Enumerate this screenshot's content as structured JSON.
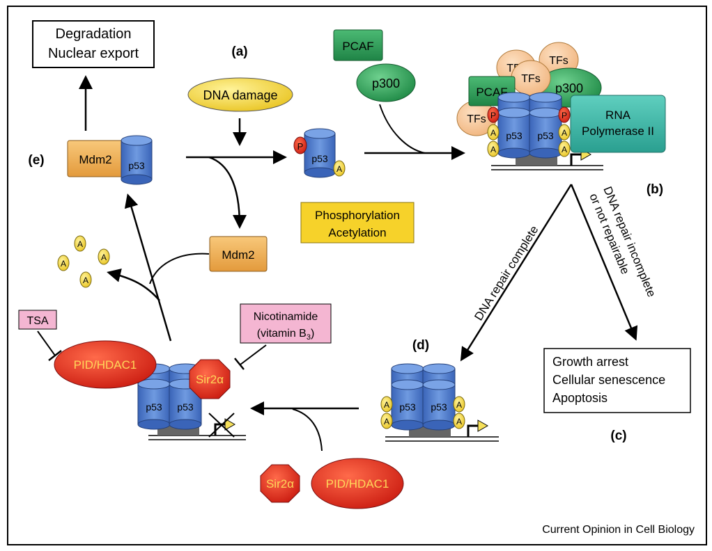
{
  "panels": {
    "a": "(a)",
    "b": "(b)",
    "c": "(c)",
    "d": "(d)",
    "e": "(e)"
  },
  "boxes": {
    "degradation": "Degradation",
    "nuclear_export": "Nuclear export",
    "phosphorylation": "Phosphorylation",
    "acetylation": "Acetylation",
    "growth_arrest": "Growth arrest",
    "senescence": "Cellular senescence",
    "apoptosis": "Apoptosis",
    "tsa": "TSA",
    "nicotinamide": "Nicotinamide",
    "vitamin_pre": "(vitamin B",
    "vitamin_sub": "3",
    "vitamin_post": ")"
  },
  "molecules": {
    "dna_damage": "DNA damage",
    "p53": "p53",
    "mdm2": "Mdm2",
    "pcaf": "PCAF",
    "p300": "p300",
    "tfs": "TFs",
    "rna_pol_1": "RNA",
    "rna_pol_2": "Polymerase II",
    "pid_hdac1": "PID/HDAC1",
    "sir2": "Sir2α",
    "phospho": "P",
    "acetyl": "A"
  },
  "arrow_labels": {
    "repair_complete": "DNA repair complete",
    "repair_incomplete_1": "DNA repair incomplete",
    "repair_incomplete_2": "or not repairable"
  },
  "footer": "Current Opinion in Cell Biology",
  "colors": {
    "cylinder_blue": "#4f7fd0",
    "mdm2_orange": "#f2b25a",
    "pcaf_green": "#2f9a5a",
    "p300_green": "#33a85a",
    "tfs_peach": "#f7c99a",
    "phospho_red": "#e23b2e",
    "acetyl_yellow": "#f4d23a",
    "rnapol_teal": "#3fb7a8",
    "hdac_red": "#e0281e",
    "label_yellow": "#ffd75a",
    "pink_box": "#f4b6d2",
    "phos_box": "#f6d22a",
    "dna_damage_yellow": "#f6e05a"
  }
}
